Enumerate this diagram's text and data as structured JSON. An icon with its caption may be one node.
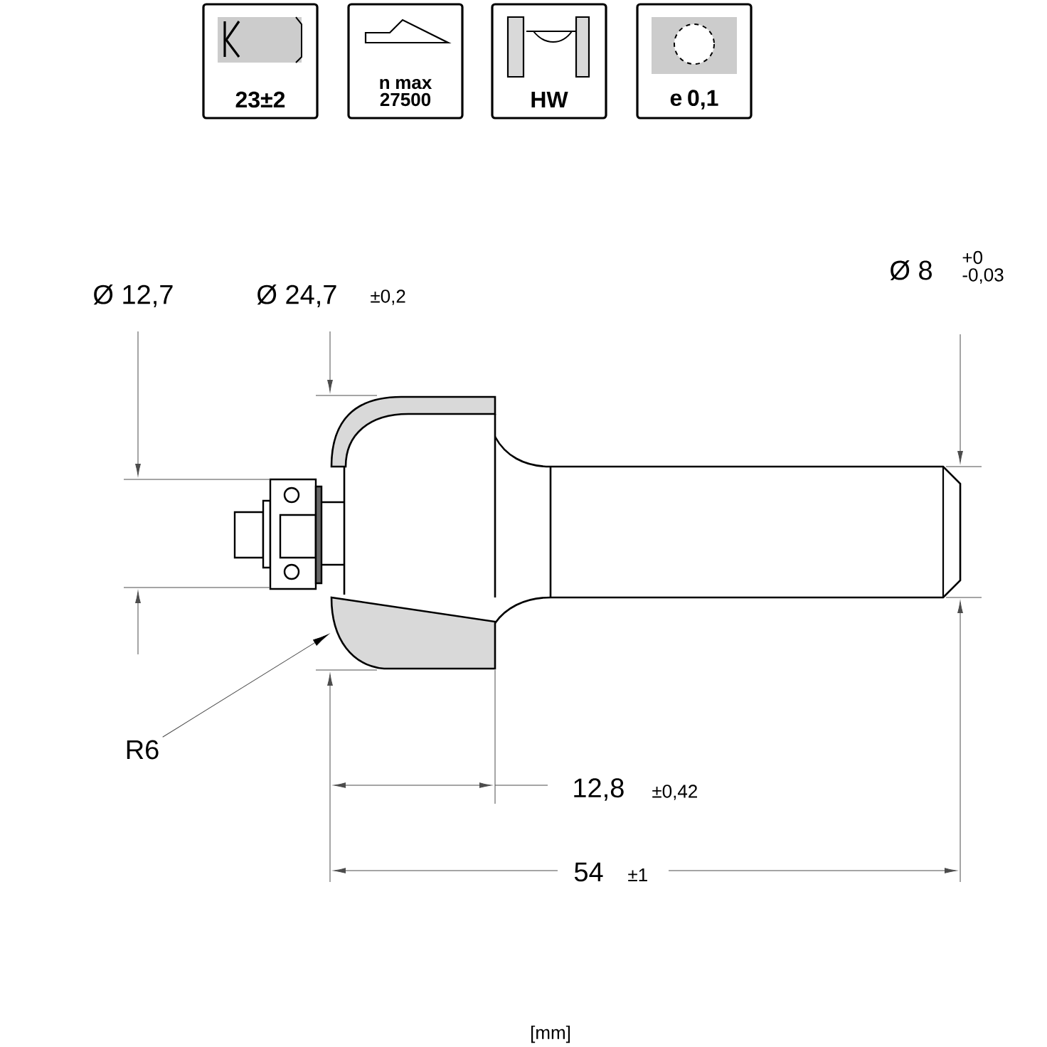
{
  "diagram": {
    "nodes": [
      {
        "text": [
          "23±2"
        ]
      },
      {
        "text": [
          "n max 27500"
        ]
      },
      {
        "text": [
          "HW"
        ]
      },
      {
        "text": [
          "e 0,1"
        ]
      },
      {
        "text": [
          "R6"
        ]
      },
      {
        "text": [],
        "shape": "box"
      }
    ],
    "edges": [
      {
        "from": 4,
        "to": 5,
        "arrow": "to"
      }
    ],
    "labels": [
      "Ø 12,7",
      "Ø 24,7",
      "±0,2",
      "Ø 8",
      "+0",
      "-0,03",
      "12,8",
      "±0,42",
      "54",
      "±1",
      "[mm]"
    ]
  }
}
